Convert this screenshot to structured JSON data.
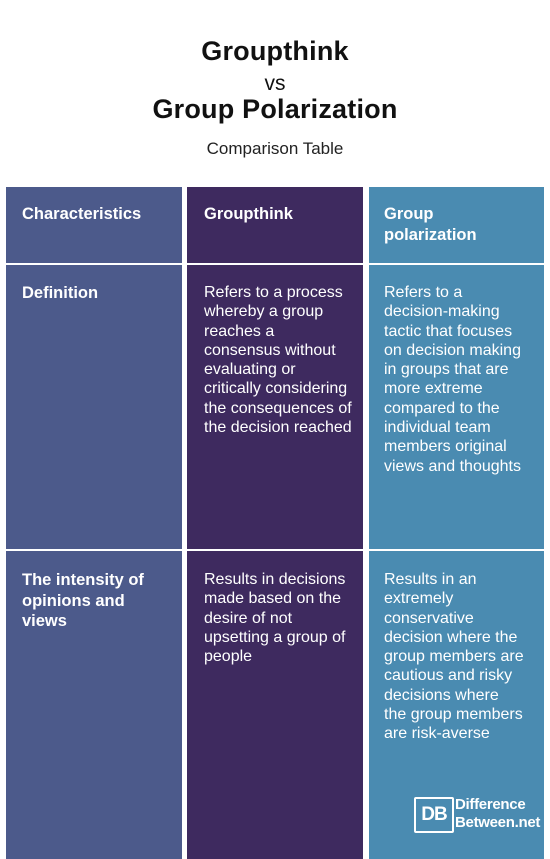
{
  "header": {
    "title_line1": "Groupthink",
    "vs": "vs",
    "title_line2": "Group Polarization",
    "subtitle": "Comparison Table"
  },
  "table": {
    "headers": [
      "Characteristics",
      "Groupthink",
      "Group polarization"
    ],
    "rows": [
      {
        "characteristic": "Definition",
        "groupthink": "Refers to a process whereby a group reaches a consensus without evaluating or critically considering the consequences of the decision reached",
        "polarization": "Refers to a decision-making tactic that focuses on decision making in groups that are more extreme compared to the individual team members original views and thoughts"
      },
      {
        "characteristic": "The intensity of opinions and views",
        "groupthink": "Results in decisions made based on the desire of not upsetting a group of people",
        "polarization": "Results in an extremely conservative decision where the group members are cautious and risky decisions where the group members are risk-averse"
      }
    ]
  },
  "logo": {
    "mark": "DB",
    "line1": "Difference",
    "line2": "Between.net"
  },
  "colors": {
    "col_characteristics": "#4c5a8b",
    "col_groupthink": "#3e2a5f",
    "col_polarization": "#4a8bb1"
  }
}
